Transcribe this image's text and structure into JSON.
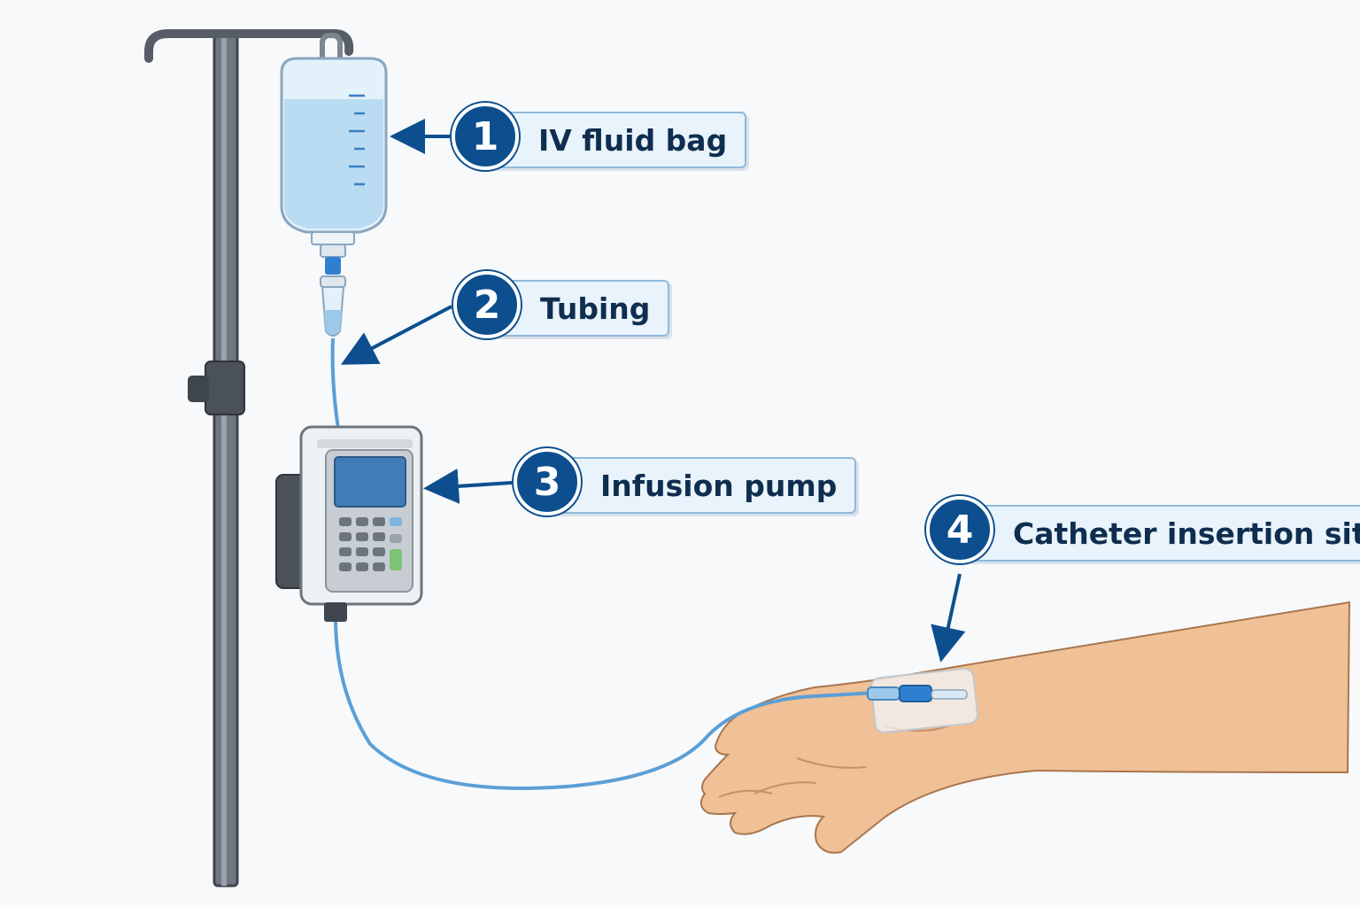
{
  "callouts": [
    {
      "number": "1",
      "label": "IV fluid bag"
    },
    {
      "number": "2",
      "label": "Tubing"
    },
    {
      "number": "3",
      "label": "Infusion pump"
    },
    {
      "number": "4",
      "label": "Catheter insertion site"
    }
  ],
  "colors": {
    "badge": "#0d4f8e",
    "label_fill": "#e9f3fb",
    "label_border": "#8fb9dc",
    "fluid": "#b9dcf2",
    "tube": "#5b9fd6",
    "skin": "#f0c096"
  }
}
